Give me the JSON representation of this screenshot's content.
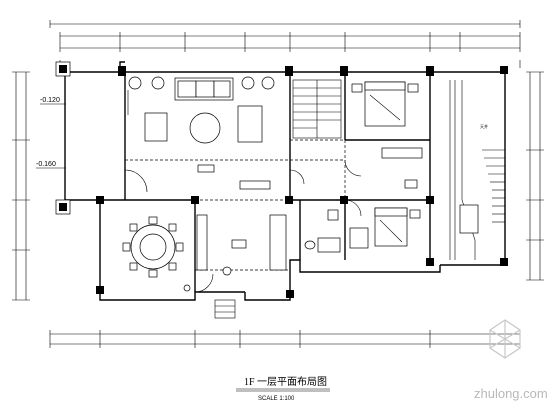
{
  "plan": {
    "title": "1F 一层平面布局图",
    "scale_note": "SCALE 1:100",
    "level_marks": [
      "-0.120",
      "-0.160"
    ],
    "room_label": "天井"
  },
  "watermark": {
    "text": "zhulong.com",
    "color": "#b8b8b8"
  },
  "colors": {
    "line": "#000000",
    "background": "#ffffff"
  }
}
